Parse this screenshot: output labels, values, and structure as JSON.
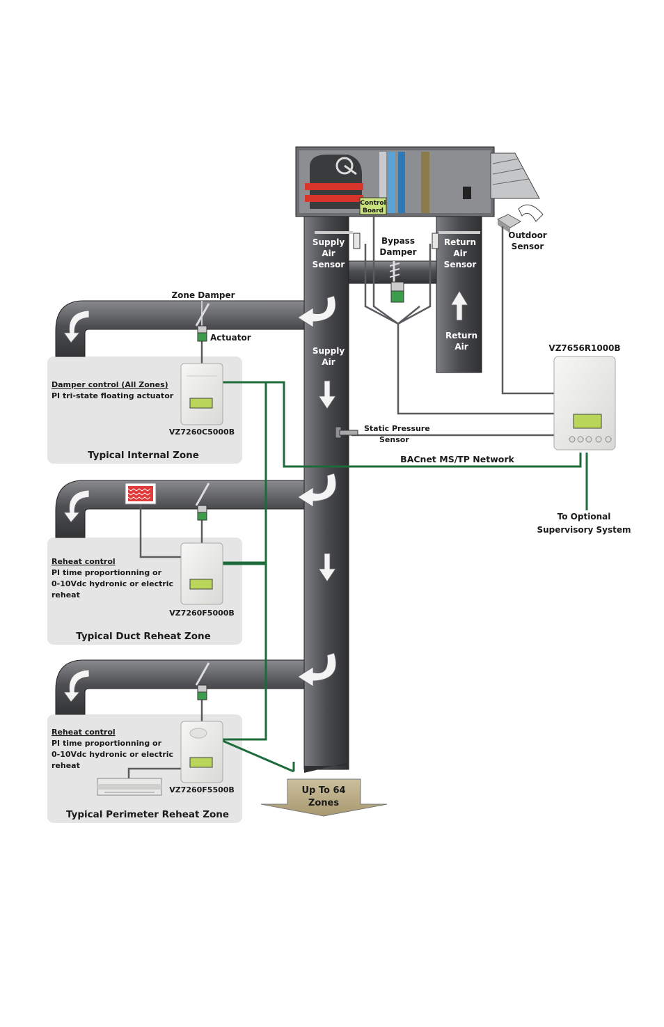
{
  "ahu": {
    "control_board": [
      "Control",
      "Board"
    ],
    "supply_air_sensor": [
      "Supply",
      "Air",
      "Sensor"
    ],
    "bypass_damper": [
      "Bypass",
      "Damper"
    ],
    "return_air_sensor": [
      "Return",
      "Air",
      "Sensor"
    ],
    "outdoor_sensor": [
      "Outdoor",
      "Sensor"
    ],
    "supply_air": [
      "Supply",
      "Air"
    ],
    "return_air": [
      "Return",
      "Air"
    ]
  },
  "zones": [
    {
      "title": "Typical Internal Zone",
      "desc_title": "Damper control (All Zones)",
      "desc": [
        "PI tri-state floating actuator"
      ],
      "model": "VZ7260C5000B"
    },
    {
      "title": "Typical Duct Reheat Zone",
      "desc_title": "Reheat control",
      "desc": [
        "PI time proportionning or",
        "0-10Vdc hydronic or electric",
        "reheat"
      ],
      "model": "VZ7260F5000B"
    },
    {
      "title": "Typical Perimeter Reheat Zone",
      "desc_title": "Reheat control",
      "desc": [
        "PI time proportionning or",
        "0-10Vdc hydronic or electric",
        "reheat"
      ],
      "model": "VZ7260F5500B"
    }
  ],
  "labels": {
    "zone_damper": "Zone Damper",
    "actuator": "Actuator",
    "static_pressure": [
      "Static Pressure",
      "Sensor"
    ],
    "network": "BACnet MS/TP Network",
    "main_controller": "VZ7656R1000B",
    "supervisory": [
      "To Optional",
      "Supervisory System"
    ],
    "up_to": [
      "Up To 64",
      "Zones"
    ]
  },
  "colors": {
    "duct": "#5a5b5e",
    "network": "#1d6b3a",
    "zone_bg": "#e5e5e6",
    "lcd": "#b9d65a"
  }
}
